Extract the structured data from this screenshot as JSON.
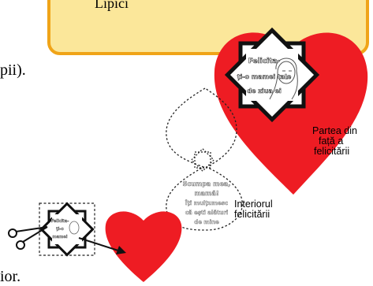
{
  "callout": {
    "text": "Lipici"
  },
  "fragments": {
    "left_top": "pii).",
    "left_bottom": "ior."
  },
  "front": {
    "caption_line1": "Partea din",
    "caption_line2": "față a",
    "caption_line3": "felicitării",
    "card_text": [
      "Felicita-",
      "ți-o mamei tale",
      "de ziua ei"
    ]
  },
  "inside": {
    "caption_line1": "Interiorul",
    "caption_line2": "felicitării",
    "card_text": [
      "Scumpa mea,",
      "mamă!",
      "Îți mulțumesc",
      "că ești alături",
      "de mine"
    ]
  },
  "small": {
    "card_text": [
      "Felicita-",
      "ți-o",
      "mamei"
    ]
  },
  "colors": {
    "heart": "#ee1c23",
    "callout_fill": "#fbe79a",
    "callout_border": "#f0a418"
  },
  "icons": {
    "scissors": "scissors-icon",
    "arrow": "arrow-icon"
  }
}
